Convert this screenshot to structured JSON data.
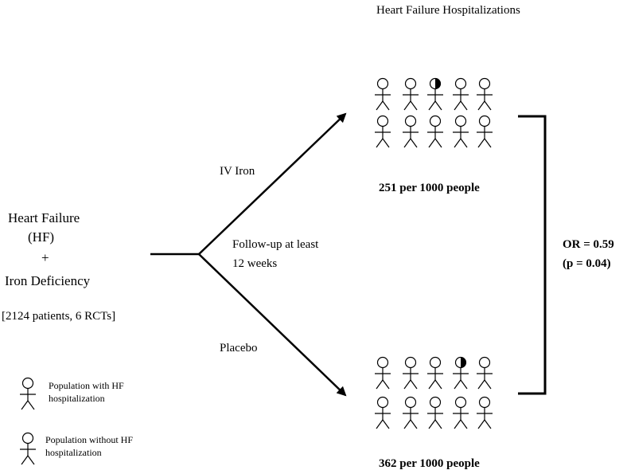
{
  "title": "Heart Failure Hospitalizations",
  "population": {
    "line1": "Heart Failure",
    "line2": "(HF)",
    "line3": "+",
    "line4": "Iron Deficiency",
    "sample": "[2124 patients, 6 RCTs]"
  },
  "follow_up": {
    "line1": "Follow-up at least",
    "line2": "12 weeks"
  },
  "arms": [
    {
      "label": "IV Iron",
      "rate": "251 per 1000 people",
      "icons": [
        "full",
        "full",
        "half",
        "empty",
        "empty",
        "empty",
        "empty",
        "empty",
        "empty",
        "empty"
      ]
    },
    {
      "label": "Placebo",
      "rate": "362 per 1000 people",
      "icons": [
        "full",
        "full",
        "full",
        "half",
        "empty",
        "empty",
        "empty",
        "empty",
        "empty",
        "empty"
      ]
    }
  ],
  "result": {
    "or": "OR = 0.59",
    "p": "(p = 0.04)"
  },
  "legend": [
    {
      "kind": "full",
      "line1": "Population with HF",
      "line2": "hospitalization"
    },
    {
      "kind": "empty",
      "line1": "Population without HF",
      "line2": "hospitalization"
    }
  ]
}
